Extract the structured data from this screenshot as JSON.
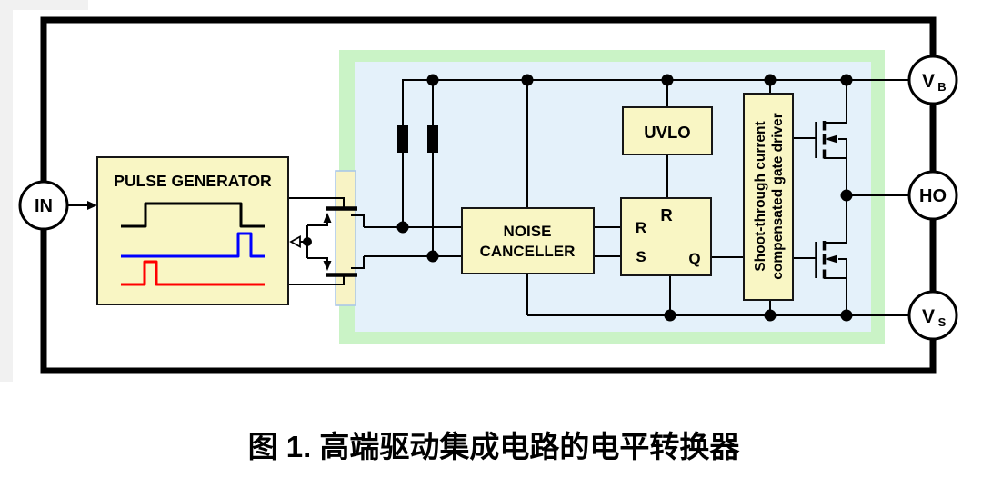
{
  "colors": {
    "component_fill": "#f9f6c4",
    "green_region": "#caf3c6",
    "blue_region": "#e4f1fa",
    "strip_fill": "#f8f3c5",
    "strip_border": "#abc8e8",
    "wave_input": "#000000",
    "wave_rising_pulse": "#ff0000",
    "wave_falling_pulse": "#0000ff",
    "page_edge": "#f1f1f1"
  },
  "blocks": {
    "pulse_generator": "PULSE GENERATOR",
    "noise_canceller_line1": "NOISE",
    "noise_canceller_line2": "CANCELLER",
    "uvlo": "UVLO",
    "latch_r_top": "R",
    "latch_r_input": "R",
    "latch_s_input": "S",
    "latch_q_output": "Q",
    "gate_driver_line1": "Shoot-through current",
    "gate_driver_line2": "compensated gate driver"
  },
  "pins": {
    "input": "IN",
    "vb_main": "V",
    "vb_sub": "B",
    "ho": "HO",
    "vs_main": "V",
    "vs_sub": "S"
  },
  "caption": "图 1. 高端驱动集成电路的电平转换器"
}
